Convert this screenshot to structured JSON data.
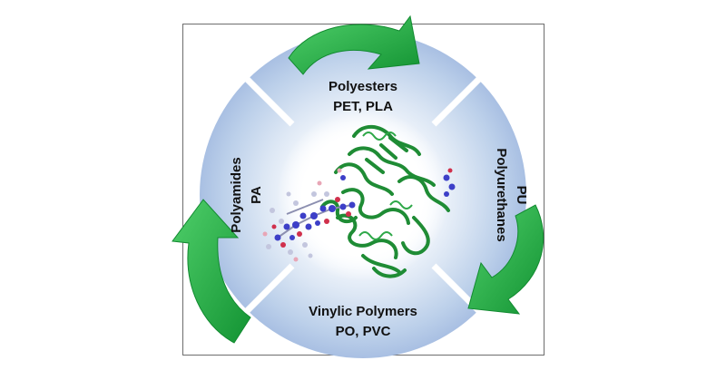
{
  "segments": {
    "top": {
      "line1": "Polyesters",
      "line2": "PET, PLA"
    },
    "right": {
      "line1": "Polyurethanes",
      "line2": "PU"
    },
    "bottom": {
      "line1": "Vinylic Polymers",
      "line2": "PO, PVC"
    },
    "left": {
      "line1": "Polyamides",
      "line2": "PA"
    }
  },
  "colors": {
    "ring_outer": "#a9c0e3",
    "ring_inner": "#e9f0fa",
    "arrow": "#27b24a",
    "arrow_dark": "#169438",
    "protein": "#1f8c35",
    "ligand_blue": "#3d3fc8",
    "ligand_red": "#d0304c"
  },
  "icons": [
    "recycle-arrow-icon",
    "protein-structure-icon",
    "ligand-molecule-icon"
  ]
}
